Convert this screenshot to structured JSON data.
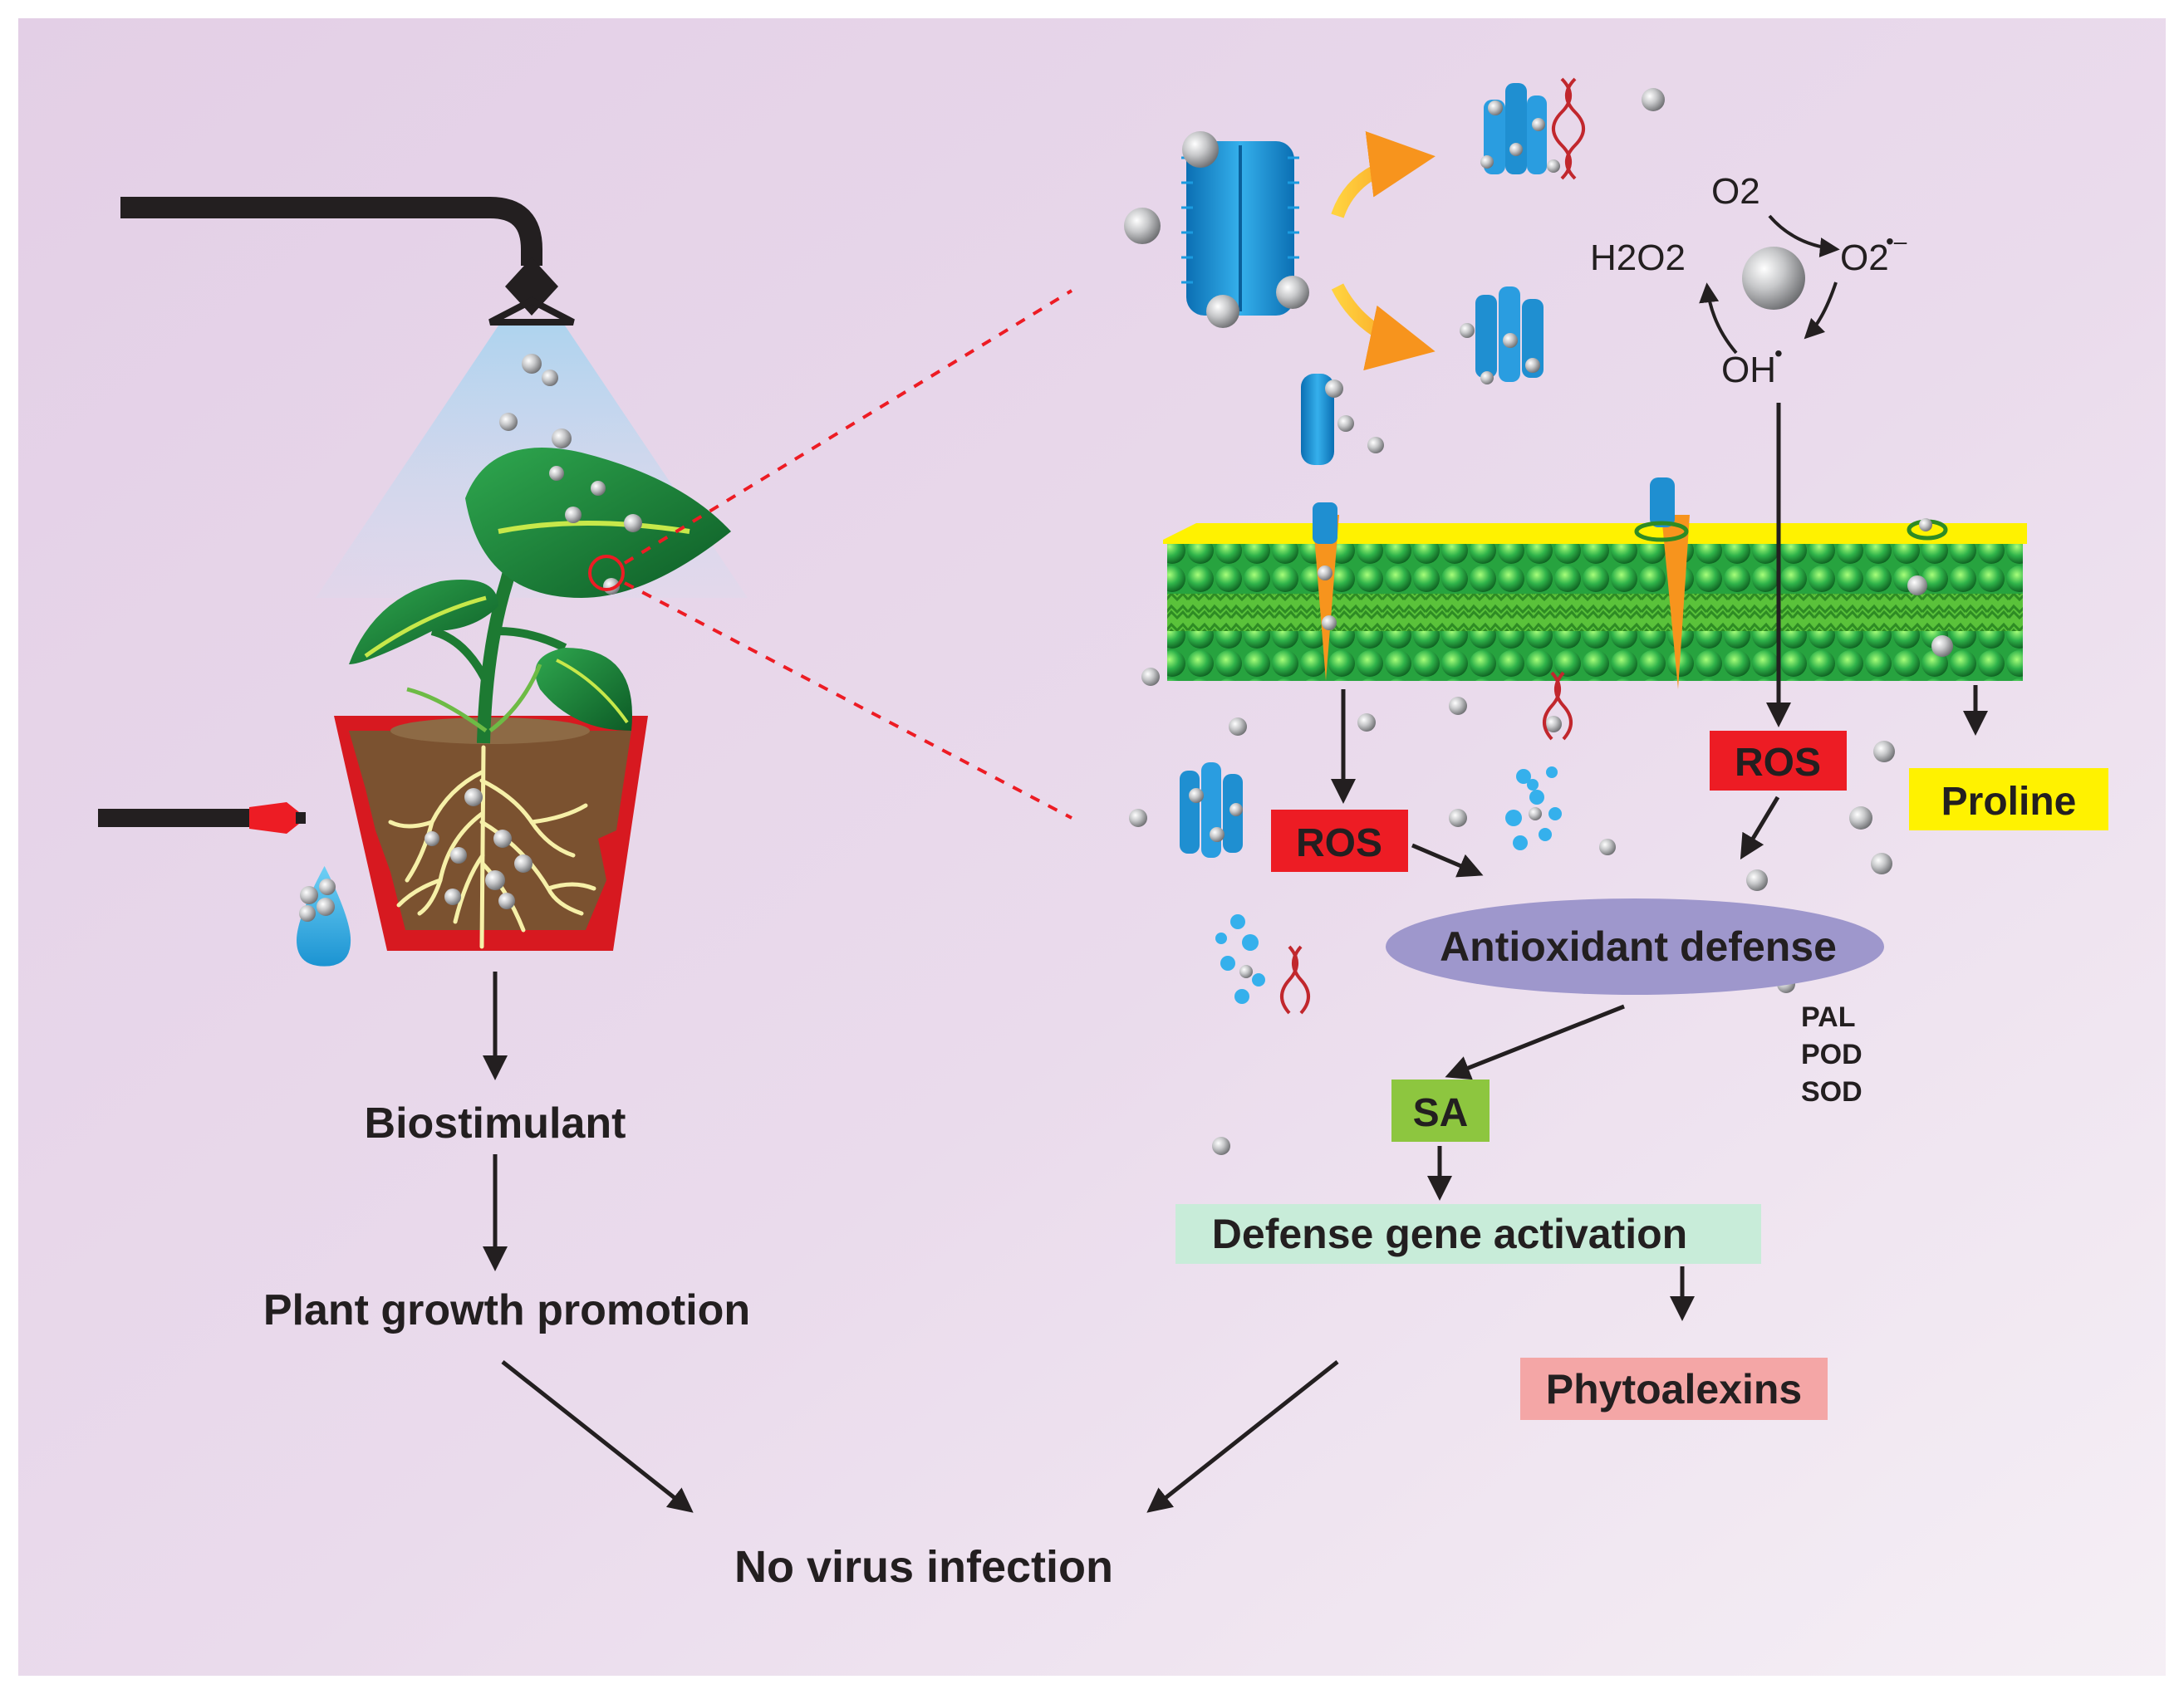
{
  "left_flow": {
    "biostimulant": "Biostimulant",
    "growth": "Plant growth promotion",
    "outcome": "No virus infection"
  },
  "ros_cycle": {
    "o2": "O2",
    "superoxide": "O2",
    "superoxide_charge": "•–",
    "h2o2": "H2O2",
    "hydroxyl": "OH",
    "hydroxyl_charge": "•"
  },
  "pathway": {
    "ros_left": "ROS",
    "ros_right": "ROS",
    "proline": "Proline",
    "antioxidant": "Antioxidant defense",
    "enzymes": [
      "PAL",
      "POD",
      "SOD"
    ],
    "sa": "SA",
    "gene_activation": "Defense gene activation",
    "phytoalexins": "Phytoalexins"
  },
  "colors": {
    "ros_fill": "#ed1c24",
    "proline_fill": "#fff200",
    "antioxidant_fill": "#9e97cc",
    "sa_fill": "#8dc63f",
    "gene_activation_fill": "#c8ecd9",
    "phytoalexins_fill": "#f4a6a6",
    "arrow": "#231f20",
    "virus_blue": "#1f8fd1",
    "leaf_green": "#1e8a3a",
    "membrane_yellow": "#fff200",
    "pot_red": "#e31b23",
    "soil_brown": "#7b5230",
    "background": "#eadcec"
  },
  "icons": [
    "spray-nozzle-icon",
    "hose-nozzle-icon",
    "water-drop-icon",
    "plant-pot-icon",
    "virus-particle-icon",
    "dna-icon",
    "nanoparticle-icon",
    "cell-membrane-icon"
  ]
}
